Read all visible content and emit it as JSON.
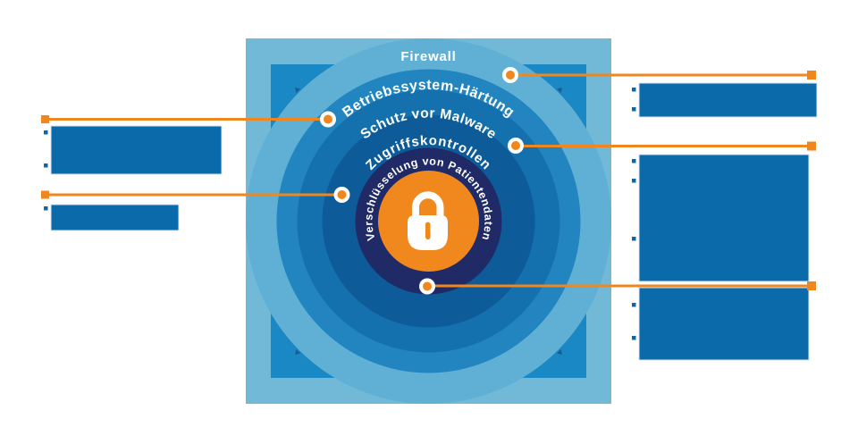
{
  "rings": [
    {
      "label": "Firewall"
    },
    {
      "label": "Betriebssystem-Härtung"
    },
    {
      "label": "Schutz vor Malware"
    },
    {
      "label": "Zugriffskontrollen"
    },
    {
      "label": "Verschlüsselung von Patientendaten"
    }
  ],
  "center": {
    "icon": "lock"
  },
  "callouts": [
    {
      "ring": "Firewall",
      "side": "right"
    },
    {
      "ring": "Betriebssystem-Härtung",
      "side": "left"
    },
    {
      "ring": "Schutz vor Malware",
      "side": "right"
    },
    {
      "ring": "Zugriffskontrollen",
      "side": "left"
    },
    {
      "ring": "Verschlüsselung von Patientendaten",
      "side": "right"
    }
  ],
  "colors": {
    "square": "#72b8d7",
    "corner_triangle": "#1a88c5",
    "ring_firewall": "#5fb0d4",
    "ring_betriebssystem": "#2285c0",
    "ring_schutz": "#1571ae",
    "ring_zugriffs": "#0d5c99",
    "ring_verschluesselung": "#202a67",
    "center_circle": "#f0881e",
    "callout": "#f0871e",
    "redaction_block": "#0b6aa9",
    "bullet": "#0e68a7",
    "speck": "#1d5a8e"
  }
}
